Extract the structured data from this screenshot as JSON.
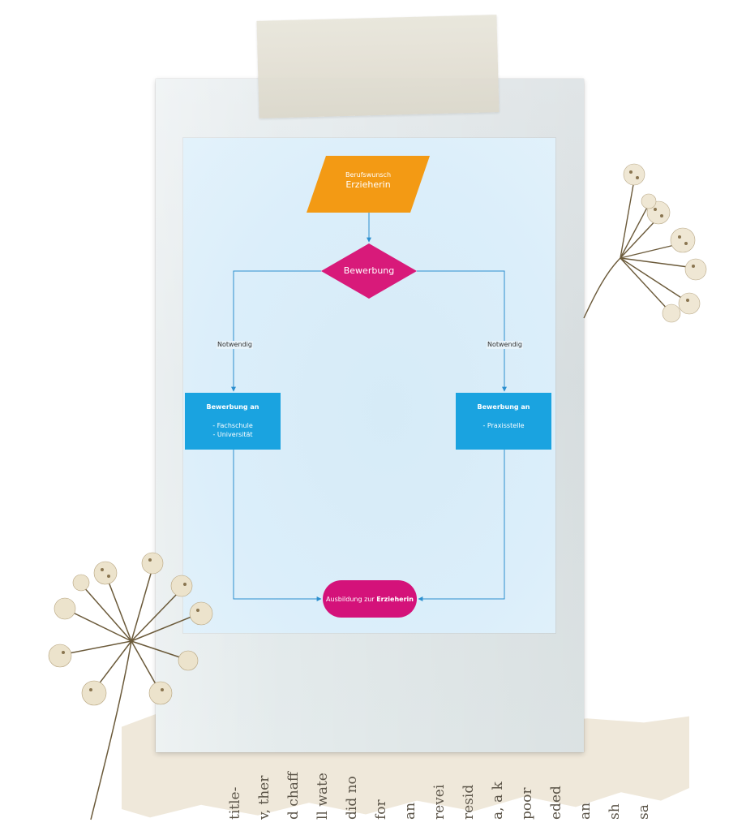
{
  "flowchart": {
    "start": {
      "line1": "Berufswunsch",
      "line2": "Erzieherin"
    },
    "decision": {
      "label": "Bewerbung"
    },
    "edges": {
      "left_label": "Notwendig",
      "right_label": "Notwendig"
    },
    "left_box": {
      "title": "Bewerbung an",
      "items": [
        "- Fachschule",
        "- Universität"
      ]
    },
    "right_box": {
      "title": "Bewerbung an",
      "items": [
        "- Praxisstelle"
      ]
    },
    "end": {
      "prefix": "Ausbildung zur ",
      "bold": "Erzieherin"
    }
  },
  "colors": {
    "start_fill": "#f39a14",
    "decision_fill": "#d81a7a",
    "process_fill": "#1aa3e0",
    "end_fill": "#d4127a",
    "connector": "#2c8fcf"
  },
  "decor": {
    "paper_text_columns": [
      "title-",
      "v, ther",
      "d chaff",
      "ll wate",
      "did no",
      "for",
      "an",
      "revei",
      "resid",
      "a, a k",
      "poor",
      "eded",
      "an",
      "sh",
      "sa"
    ]
  }
}
